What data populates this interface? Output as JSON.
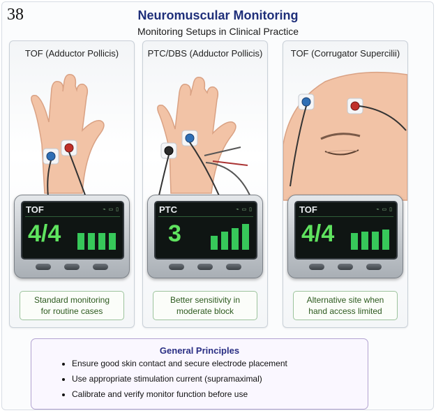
{
  "page_number": "38",
  "title": "Neuromuscular Monitoring",
  "subtitle": "Monitoring Setups in Clinical Practice",
  "panels": [
    {
      "title": "TOF (Adductor Pollicis)",
      "site": "hand",
      "display": {
        "mode": "TOF",
        "value": "4/4",
        "bar_levels": [
          0.55,
          0.55,
          0.55,
          0.55
        ]
      },
      "caption_line1": "Standard monitoring",
      "caption_line2": "for routine cases"
    },
    {
      "title": "PTC/DBS (Adductor Pollicis)",
      "site": "hand",
      "display": {
        "mode": "PTC",
        "value": "3",
        "bar_levels": [
          0.45,
          0.6,
          0.7,
          0.85
        ]
      },
      "caption_line1": "Better sensitivity in",
      "caption_line2": "moderate block"
    },
    {
      "title": "TOF (Corrugator Supercilii)",
      "site": "face",
      "display": {
        "mode": "TOF",
        "value": "4/4",
        "bar_levels": [
          0.55,
          0.6,
          0.6,
          0.65
        ]
      },
      "caption_line1": "Alternative site when",
      "caption_line2": "hand access limited"
    }
  ],
  "principles": {
    "title": "General Principles",
    "items": [
      "Ensure good skin contact and secure electrode placement",
      "Use appropriate stimulation current (supramaximal)",
      "Calibrate and verify monitor function before use"
    ]
  },
  "colors": {
    "title": "#1f2f7a",
    "screen_green": "#5fe35f",
    "caption_green": "#2d5a1f",
    "electrode_red": "#c0302a",
    "electrode_blue": "#2f6fb5"
  }
}
